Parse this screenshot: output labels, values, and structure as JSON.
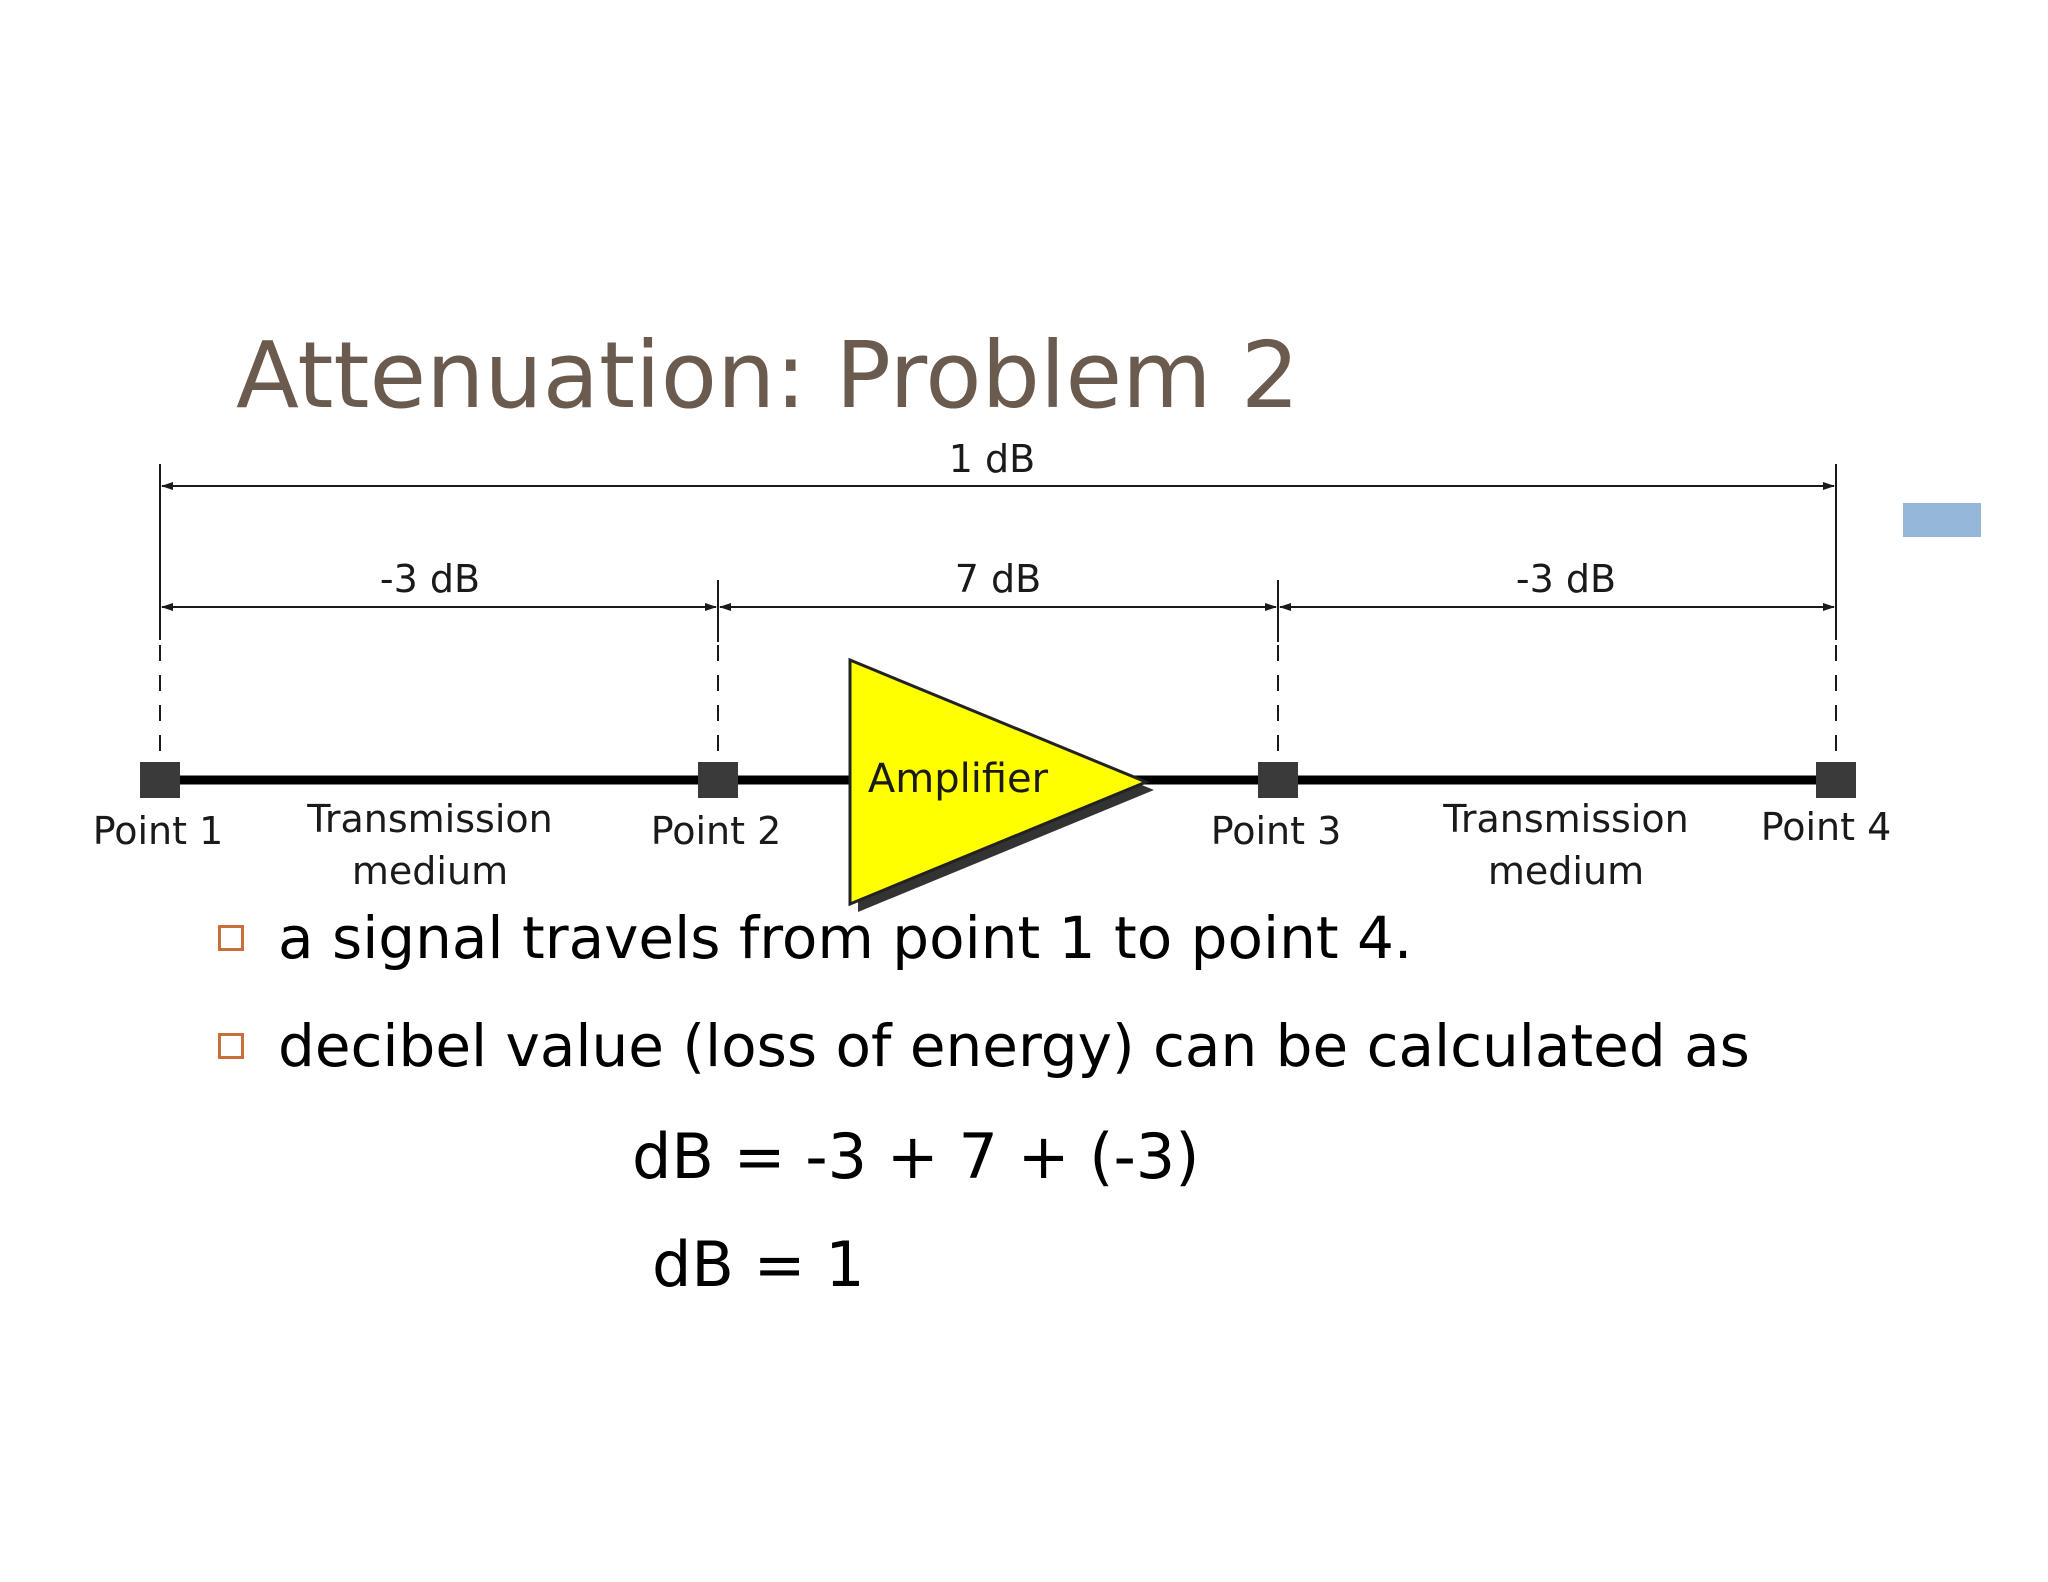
{
  "slide": {
    "title": "Attenuation: Problem 2",
    "accent_color": "#95b8d8"
  },
  "diagram": {
    "total_label": "1 dB",
    "segments": [
      {
        "label": "-3 dB"
      },
      {
        "label": "7 dB"
      },
      {
        "label": "-3 dB"
      }
    ],
    "points": [
      "Point 1",
      "Point 2",
      "Point 3",
      "Point 4"
    ],
    "media_labels": [
      [
        "Transmission",
        "medium"
      ],
      [
        "Transmission",
        "medium"
      ]
    ],
    "amplifier_label": "Amplifier",
    "amplifier_color": "#ffff00",
    "point_marker_color": "#3a3a3a"
  },
  "bullets": [
    "a signal travels from point 1 to point 4.",
    "decibel value (loss of energy) can be calculated as"
  ],
  "formulas": [
    "dB = -3 + 7 + (-3)",
    "dB = 1"
  ],
  "bullet_color": "#c86f38",
  "title_color": "#6b5a4e"
}
